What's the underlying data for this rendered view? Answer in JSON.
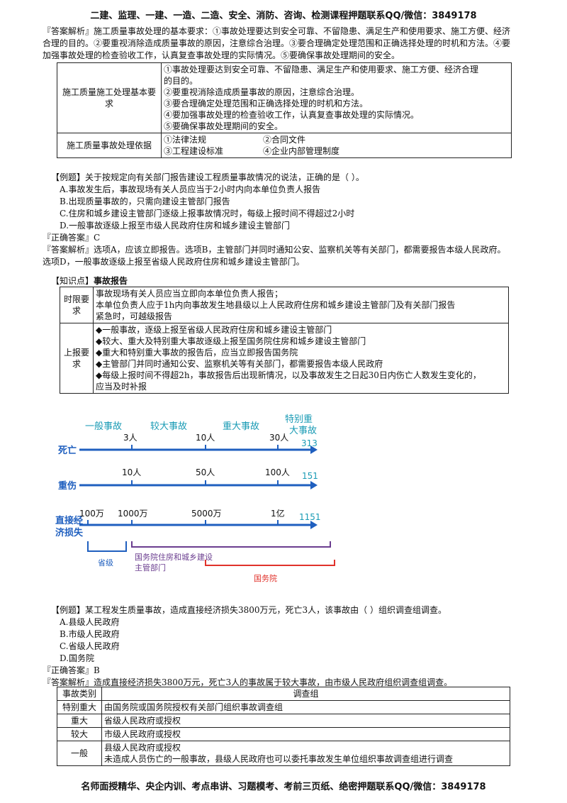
{
  "header": "二建、监理、一建、一造、二造、安全、消防、咨询、检测课程押题联系QQ/微信：3849178",
  "footer": "名师面授精华、央企内训、考点串讲、习题模考、考前三页纸、绝密押题联系QQ/微信：3849178",
  "intro": {
    "lines": [
      "『答案解析』施工质量事故处理的基本要求：①事故处理要达到安全可靠、不留隐患、满足生产和使用要求、施工方便、经济",
      "合理的目的。②要重视消除造成质量事故的原因，注意综合治理。③要合理确定处理范围和正确选择处理的时机和方法。④要",
      "加强事故处理的检查验收工作，认真复查事故处理的实际情况。⑤要确保事故处理期间的安全。"
    ]
  },
  "table1": {
    "row1_label": "施工质量施工处理基本要求",
    "row1_items": [
      "①事故处理要达到安全可靠、不留隐患、满足生产和使用要求、施工方便、经济合理",
      "的目的。",
      "②要重视消除造成质量事故的原因，注意综合治理。",
      "③要合理确定处理范围和正确选择处理的时机和方法。",
      "④要加强事故处理的检查验收工作，认真复查事故处理的实际情况。",
      "⑤要确保事故处理期间的安全。"
    ],
    "row2_label": "施工质量事故处理依据",
    "row2_items": [
      "①法律法规",
      "②合同文件",
      "③工程建设标准",
      "④企业内部管理制度"
    ]
  },
  "q1": {
    "stem": "【例题】关于按规定向有关部门报告建设工程质量事故情况的说法，正确的是（   ）。",
    "options": [
      "A.事故发生后，事故现场有关人员应当于2小时内向本单位负责人报告",
      "B.出现质量事故的，只需向建设主管部门报告",
      "C.住房和城乡建设主管部门逐级上报事故情况时，每级上报时间不得超过2小时",
      "D.一般事故逐级上报至市级人民政府住房和城乡建设主管部门"
    ],
    "answer": "『正确答案』C",
    "analysis": [
      "『答案解析』选项A，应该立即报告。选项B，主管部门并同时通知公安、监察机关等有关部门，都需要报告本级人民政府。",
      "选项D，一般事故逐级上报至省级人民政府住房和城乡建设主管部门。"
    ]
  },
  "knowledge": {
    "title_prefix": "【知识点】",
    "title": "事故报告",
    "row1_label": "时限要求",
    "row1_lines": [
      "事故现场有关人员应当立即向本单位负责人报告；",
      "本单位负责人应于1h内向事故发生地县级以上人民政府住房和城乡建设主管部门及有关部门报告",
      "紧急时，可越级报告"
    ],
    "row2_label": "上报要求",
    "row2_lines": [
      "◆一般事故，逐级上报至省级人民政府住房和城乡建设主管部门",
      "◆较大、重大及特别重大事故逐级上报至国务院住房和城乡建设主管部门",
      "◆重大和特别重大事故的报告后，应当立即报告国务院",
      "◆主管部门并同时通知公安、监察机关等有关部门，都需要报告本级人民政府",
      "◆每级上报时间不得超2h，事故报告后出现新情况，以及事故发生之日起30日内伤亡人数发生变化的，",
      "应当及时补报"
    ]
  },
  "diagram": {
    "categories": [
      "一般事故",
      "较大事故",
      "重大事故",
      "特别重",
      "大事故"
    ],
    "rows": [
      {
        "label": "死亡",
        "ticks": [
          "3人",
          "10人",
          "30人"
        ],
        "code": "313"
      },
      {
        "label": "重伤",
        "ticks": [
          "10人",
          "50人",
          "100人"
        ],
        "code": "151"
      },
      {
        "label1": "直接经",
        "label2": "济损失",
        "ticks": [
          "100万",
          "1000万",
          "5000万",
          "1亿"
        ],
        "code": "1151"
      }
    ],
    "brackets": {
      "province": "省级",
      "ministry1": "国务院住房和城乡建设",
      "ministry2": "主管部门",
      "state": "国务院"
    },
    "colors": {
      "teal": "#1a9bb5",
      "blue": "#1f5fbf",
      "purple": "#6a3d8f",
      "red": "#e0322b"
    }
  },
  "q2": {
    "stem": "【例题】某工程发生质量事故，造成直接经济损失3800万元，死亡3人，该事故由（    ）组织调查组调查。",
    "options": [
      "A.县级人民政府",
      "B.市级人民政府",
      "C.省级人民政府",
      "D.国务院"
    ],
    "answer": "『正确答案』B",
    "analysis": "『答案解析』造成直接经济损失3800万元，死亡3人的事故属于较大事故，由市级人民政府组织调查组调查。"
  },
  "table3": {
    "head": [
      "事故类别",
      "调查组"
    ],
    "rows": [
      [
        "特别重大",
        "由国务院或国务院授权有关部门组织事故调查组"
      ],
      [
        "重大",
        "省级人民政府或授权"
      ],
      [
        "较大",
        "市级人民政府或授权"
      ]
    ],
    "last_label": "一般",
    "last_lines": [
      "县级人民政府或授权",
      "未造成人员伤亡的一般事故，县级人民政府也可以委托事故发生单位组织事故调查组进行调查"
    ]
  }
}
